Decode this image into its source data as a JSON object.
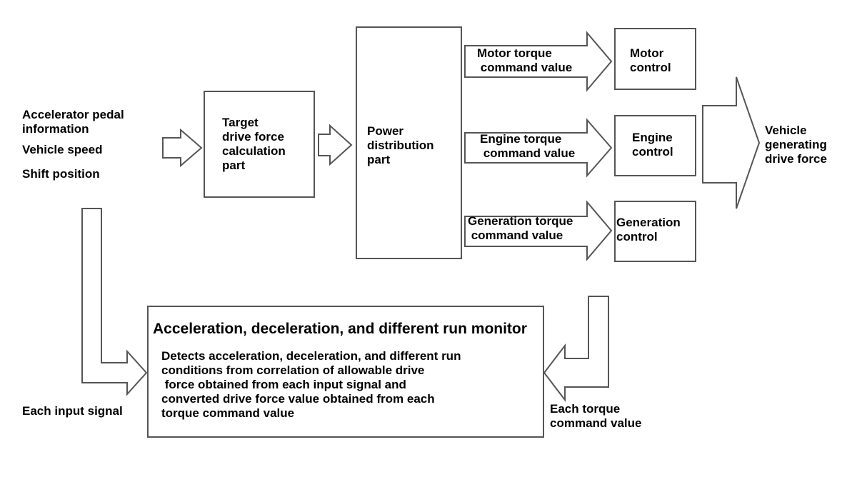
{
  "colors": {
    "stroke": "#555555",
    "fill": "#ffffff",
    "text": "#000000"
  },
  "inputs": {
    "accelerator": "Accelerator pedal\ninformation",
    "speed": "Vehicle speed",
    "shift": "Shift position"
  },
  "blocks": {
    "target": "Target\ndrive force\ncalculation\npart",
    "power": "Power\ndistribution\npart",
    "motor_control": "Motor\ncontrol",
    "engine_control": "Engine\ncontrol",
    "generation_control": "Generation\ncontrol"
  },
  "commands": {
    "motor": "Motor torque\n command value",
    "engine": "Engine torque\n command value",
    "generation": "Generation torque\n command value"
  },
  "output": "Vehicle\ngenerating\ndrive force",
  "monitor": {
    "title": "Acceleration, deceleration, and different run monitor",
    "description": "Detects acceleration, deceleration, and different run\nconditions from correlation of allowable drive\n force obtained from each input signal and\nconverted drive force value obtained from each\ntorque command value"
  },
  "feedback": {
    "each_input": "Each input signal",
    "each_torque": "Each torque\ncommand value"
  }
}
